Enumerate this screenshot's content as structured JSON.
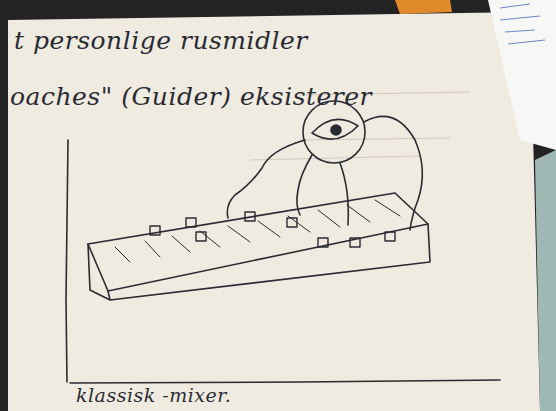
{
  "diagram": {
    "labels": [
      "t personlige rusmidler",
      "oaches\" (Guider) eksisterer",
      "klassisk -mixer."
    ]
  }
}
